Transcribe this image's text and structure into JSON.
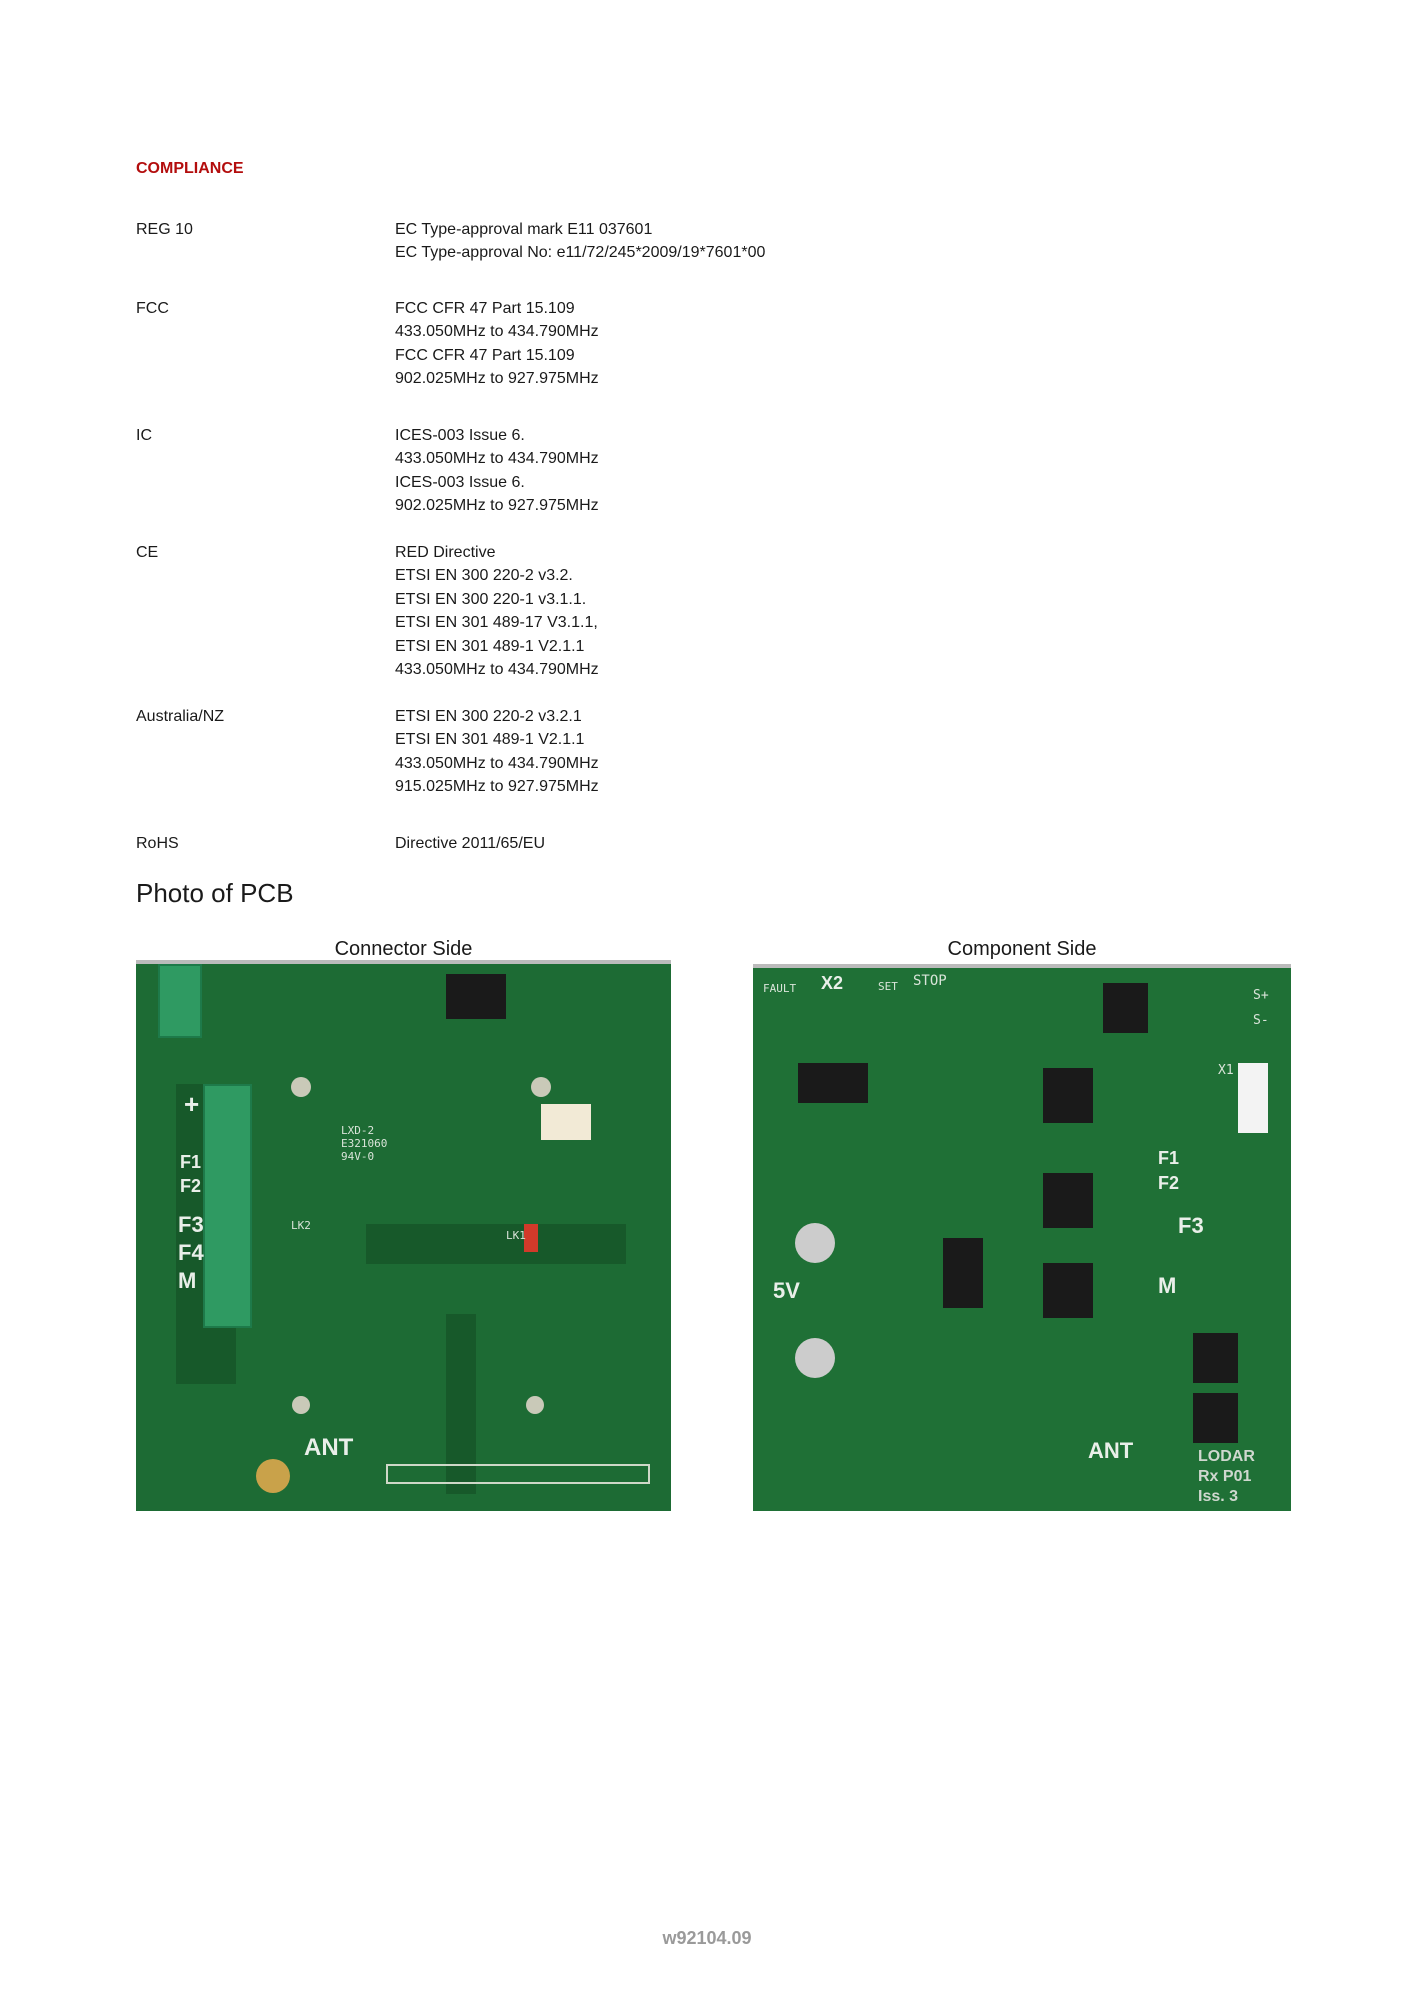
{
  "heading": "COMPLIANCE",
  "rows": [
    {
      "label": "REG 10",
      "values": [
        "EC Type-approval mark E11 037601",
        "EC Type-approval No: e11/72/245*2009/19*7601*00"
      ]
    },
    {
      "label": "FCC",
      "values": [
        "FCC CFR 47 Part 15.109",
        "433.050MHz to 434.790MHz",
        "FCC CFR 47 Part 15.109",
        "902.025MHz to 927.975MHz"
      ]
    },
    {
      "label": "IC",
      "values": [
        "ICES-003 Issue 6.",
        "433.050MHz to 434.790MHz",
        "ICES-003 Issue 6.",
        "902.025MHz to 927.975MHz"
      ]
    },
    {
      "label": "CE",
      "values": [
        "RED Directive",
        "ETSI EN 300 220-2 v3.2.",
        "ETSI EN 300 220-1 v3.1.1.",
        "ETSI EN 301 489-17 V3.1.1,",
        "ETSI EN 301 489-1 V2.1.1",
        "433.050MHz to 434.790MHz"
      ]
    },
    {
      "label": "Australia/NZ",
      "values": [
        "ETSI EN 300 220-2 v3.2.1",
        "ETSI EN 301 489-1 V2.1.1",
        "433.050MHz to 434.790MHz",
        "915.025MHz to 927.975MHz"
      ]
    },
    {
      "label": "RoHS",
      "values": [
        "Directive 2011/65/EU"
      ]
    }
  ],
  "photo_section": {
    "title": "Photo of PCB",
    "connector_side": {
      "caption": "Connector Side",
      "marks": {
        "plus": "+",
        "f1": "F1",
        "f2": "F2",
        "f3": "F3",
        "f4": "F4",
        "m": "M",
        "ant": "ANT",
        "lk2": "LK2",
        "lk1": "LK1",
        "ul": "LXD-2 E321060 94V-0"
      }
    },
    "component_side": {
      "caption": "Component Side",
      "marks": {
        "x2": "X2",
        "stop": "STOP",
        "set": "SET",
        "fault": "FAULT",
        "fivev": "5V",
        "ant": "ANT",
        "lodar": "LODAR",
        "rx": "Rx P01",
        "iss": "Iss. 3",
        "f1": "F1",
        "f2": "F2",
        "f3": "F3",
        "m": "M",
        "splus": "S+",
        "sminus": "S-",
        "x1": "X1"
      }
    }
  },
  "footer": "w92104.09"
}
